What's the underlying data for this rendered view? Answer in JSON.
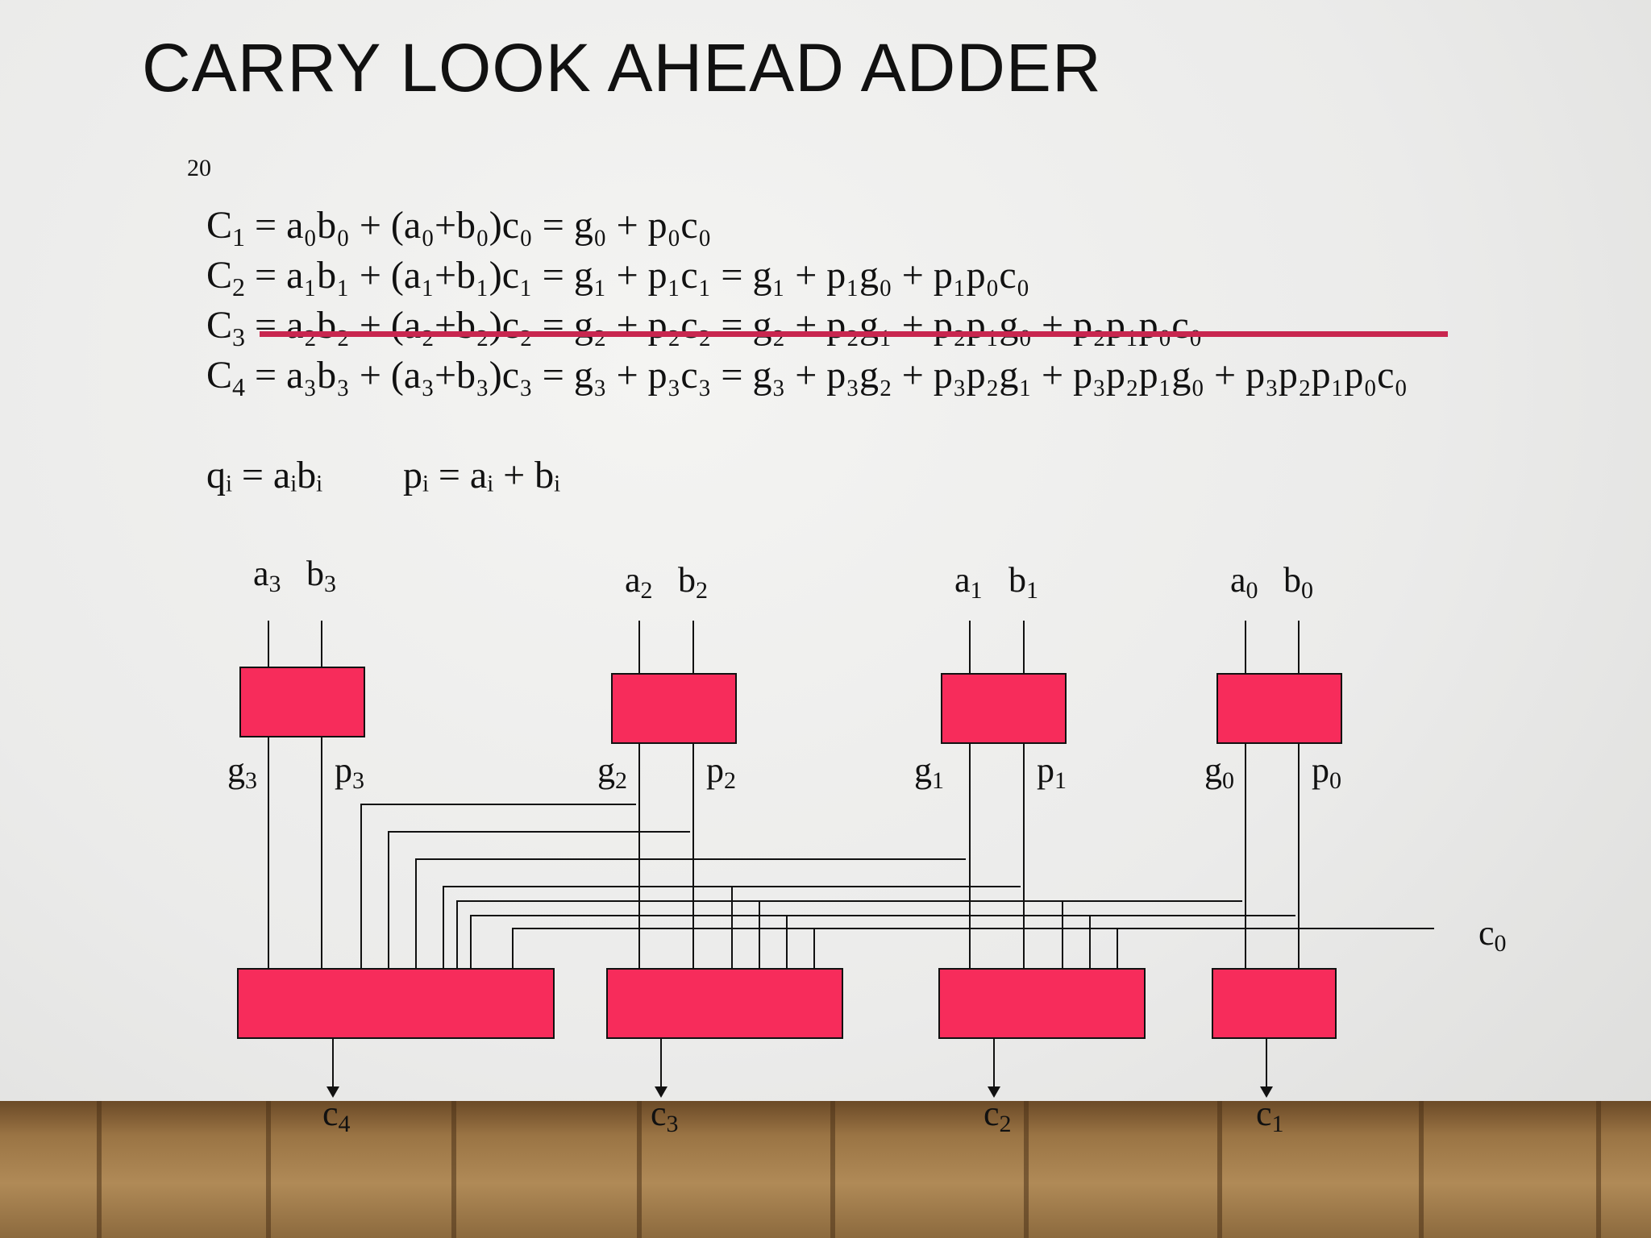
{
  "slide": {
    "title": "CARRY LOOK AHEAD ADDER",
    "slide_number": "20"
  },
  "equations": [
    {
      "lhs": "C",
      "lhs_sub": "1",
      "rhs": "= a₀b₀ + (a₀+b₀)c₀ = g₀ + p₀c₀",
      "struck": false
    },
    {
      "lhs": "C",
      "lhs_sub": "2",
      "rhs": "= a₁b₁ + (a₁+b₁)c₁ = g₁ + p₁c₁ = g₁ + p₁g₀ + p₁p₀c₀",
      "struck": false
    },
    {
      "lhs": "C",
      "lhs_sub": "3",
      "rhs": "= a₂b₂ + (a₂+b₂)c₂ = g₂ + p₂c₂ = g₂ + p₂g₁ + p₂p₁g₀ + p₂p₁p₀c₀",
      "struck": true
    },
    {
      "lhs": "C",
      "lhs_sub": "4",
      "rhs": "= a₃b₃ + (a₃+b₃)c₃ = g₃ + p₃c₃ = g₃ + p₃g₂ + p₃p₂g₁ + p₃p₂p₁g₀ + p₃p₂p₁p₀c₀",
      "struck": false
    }
  ],
  "definitions": {
    "q": "qᵢ = aᵢbᵢ",
    "p": "pᵢ = aᵢ + bᵢ"
  },
  "diagram": {
    "inputs": [
      {
        "a": "a",
        "b": "b",
        "index": "3"
      },
      {
        "a": "a",
        "b": "b",
        "index": "2"
      },
      {
        "a": "a",
        "b": "b",
        "index": "1"
      },
      {
        "a": "a",
        "b": "b",
        "index": "0"
      }
    ],
    "gp_labels": [
      {
        "g": "g",
        "p": "p",
        "index": "3"
      },
      {
        "g": "g",
        "p": "p",
        "index": "2"
      },
      {
        "g": "g",
        "p": "p",
        "index": "1"
      },
      {
        "g": "g",
        "p": "p",
        "index": "0"
      }
    ],
    "carry_in": {
      "name": "c",
      "index": "0"
    },
    "carry_outs": [
      {
        "name": "c",
        "index": "4"
      },
      {
        "name": "c",
        "index": "3"
      },
      {
        "name": "c",
        "index": "2"
      },
      {
        "name": "c",
        "index": "1"
      }
    ],
    "colors": {
      "block": "#f72c5b",
      "strike": "#c8264f",
      "wire": "#111111"
    }
  }
}
